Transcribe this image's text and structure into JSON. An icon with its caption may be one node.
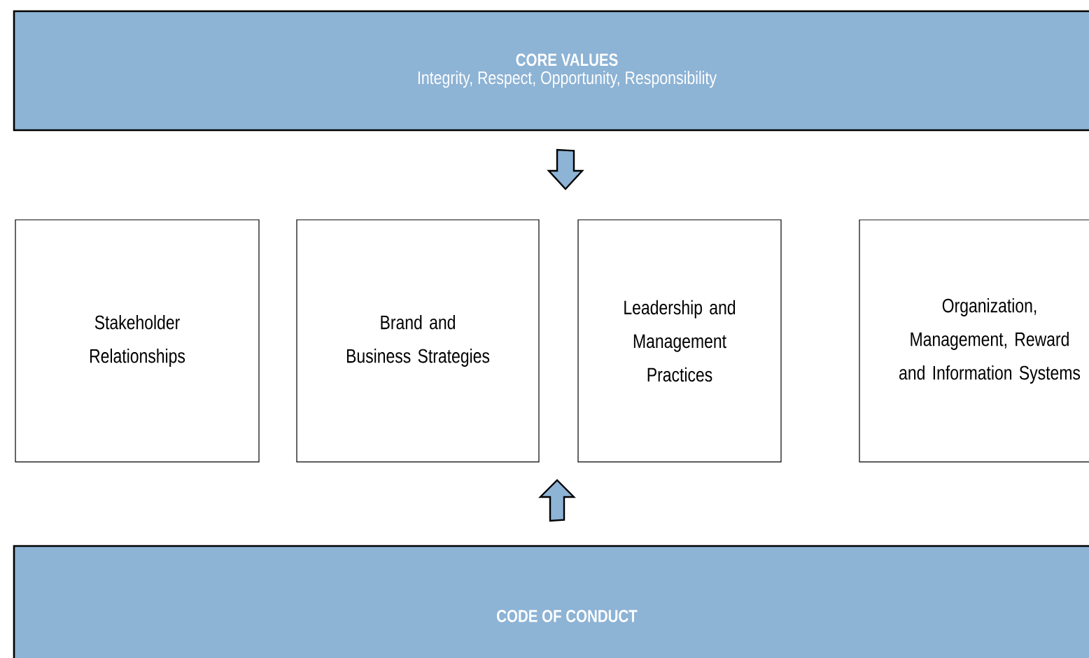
{
  "diagram": {
    "nodes": [
      {
        "text": [
          "CORE VALUES",
          "Integrity, Respect, Opportunity, Responsibility"
        ]
      },
      {
        "text": [
          "Stakeholder Relationships"
        ]
      },
      {
        "text": [
          "Brand and Business Strategies"
        ]
      },
      {
        "text": [
          "Leadership and Management Practices"
        ]
      },
      {
        "text": [
          "Organization, Management, Reward and Information Systems"
        ]
      },
      {
        "text": [
          "CODE OF CONDUCT"
        ]
      }
    ],
    "edges": [
      {
        "from": 0,
        "to": null,
        "arrow": "to"
      },
      {
        "from": 5,
        "to": null,
        "arrow": "to"
      }
    ]
  }
}
